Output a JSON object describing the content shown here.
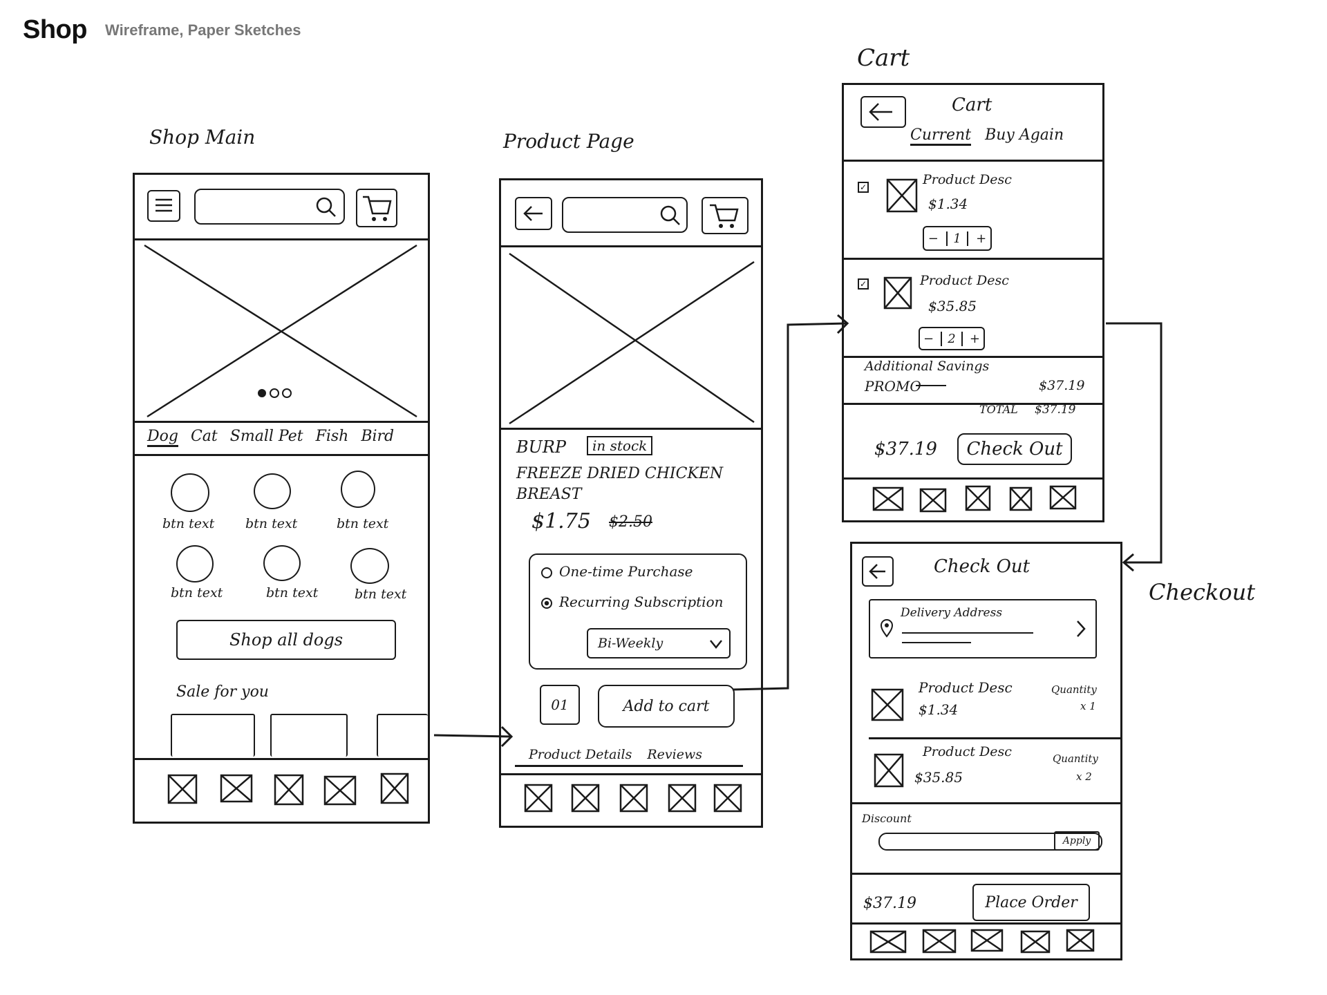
{
  "header": {
    "title": "Shop",
    "subtitle": "Wireframe, Paper Sketches"
  },
  "screens": {
    "shop_main": {
      "label": "Shop Main",
      "tabs": [
        "Dog",
        "Cat",
        "Small Pet",
        "Fish",
        "Bird"
      ],
      "circle_buttons": [
        "btn text",
        "btn text",
        "btn text",
        "btn text",
        "btn text",
        "btn text"
      ],
      "shop_all": "Shop all dogs",
      "sale_label": "Sale for you"
    },
    "product_page": {
      "label": "Product Page",
      "brand": "BURP",
      "stock_badge": "in stock",
      "product_name": "FREEZE DRIED CHICKEN BREAST",
      "price": "$1.75",
      "old_price": "$2.50",
      "option_one_time": "One-time Purchase",
      "option_recurring": "Recurring Subscription",
      "frequency": "Bi-Weekly",
      "quantity": "01",
      "add_to_cart": "Add to cart",
      "tab_details": "Product Details",
      "tab_reviews": "Reviews"
    },
    "cart": {
      "label": "Cart",
      "title": "Cart",
      "tab_current": "Current",
      "tab_buy_again": "Buy Again",
      "items": [
        {
          "name": "Product Desc",
          "price": "$1.34",
          "qty": "1"
        },
        {
          "name": "Product Desc",
          "price": "$35.85",
          "qty": "2"
        }
      ],
      "savings_label": "Additional Savings",
      "promo_label": "PROMO",
      "savings_value": "$37.19",
      "total_label": "TOTAL",
      "total_value": "$37.19",
      "footer_total": "$37.19",
      "checkout_button": "Check Out"
    },
    "checkout": {
      "label": "Checkout",
      "title": "Check Out",
      "address_label": "Delivery Address",
      "items": [
        {
          "name": "Product Desc",
          "price": "$1.34",
          "qty_label": "Quantity",
          "qty": "x 1"
        },
        {
          "name": "Product Desc",
          "price": "$35.85",
          "qty_label": "Quantity",
          "qty": "x 2"
        }
      ],
      "discount_label": "Discount",
      "apply_button": "Apply",
      "total": "$37.19",
      "place_order": "Place Order"
    }
  }
}
